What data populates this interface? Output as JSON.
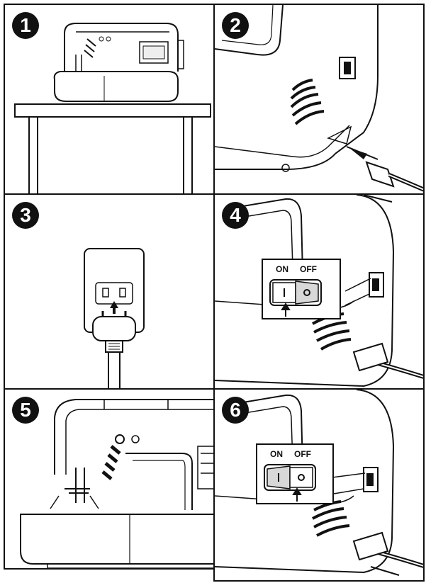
{
  "steps": [
    {
      "number": "1"
    },
    {
      "number": "2"
    },
    {
      "number": "3"
    },
    {
      "number": "4",
      "switch": {
        "on_label": "ON",
        "off_label": "OFF",
        "state": "on"
      }
    },
    {
      "number": "5"
    },
    {
      "number": "6",
      "switch": {
        "on_label": "ON",
        "off_label": "OFF",
        "state": "off"
      }
    }
  ],
  "icons": {
    "step1": "sewing-machine-on-table",
    "step2": "power-cord-into-machine",
    "step3": "plug-into-wall-outlet",
    "step4": "power-switch-on",
    "step5": "sewing-machine-closeup",
    "step6": "power-switch-off"
  },
  "colors": {
    "ink": "#111111",
    "paper": "#ffffff",
    "shade": "#888888"
  }
}
